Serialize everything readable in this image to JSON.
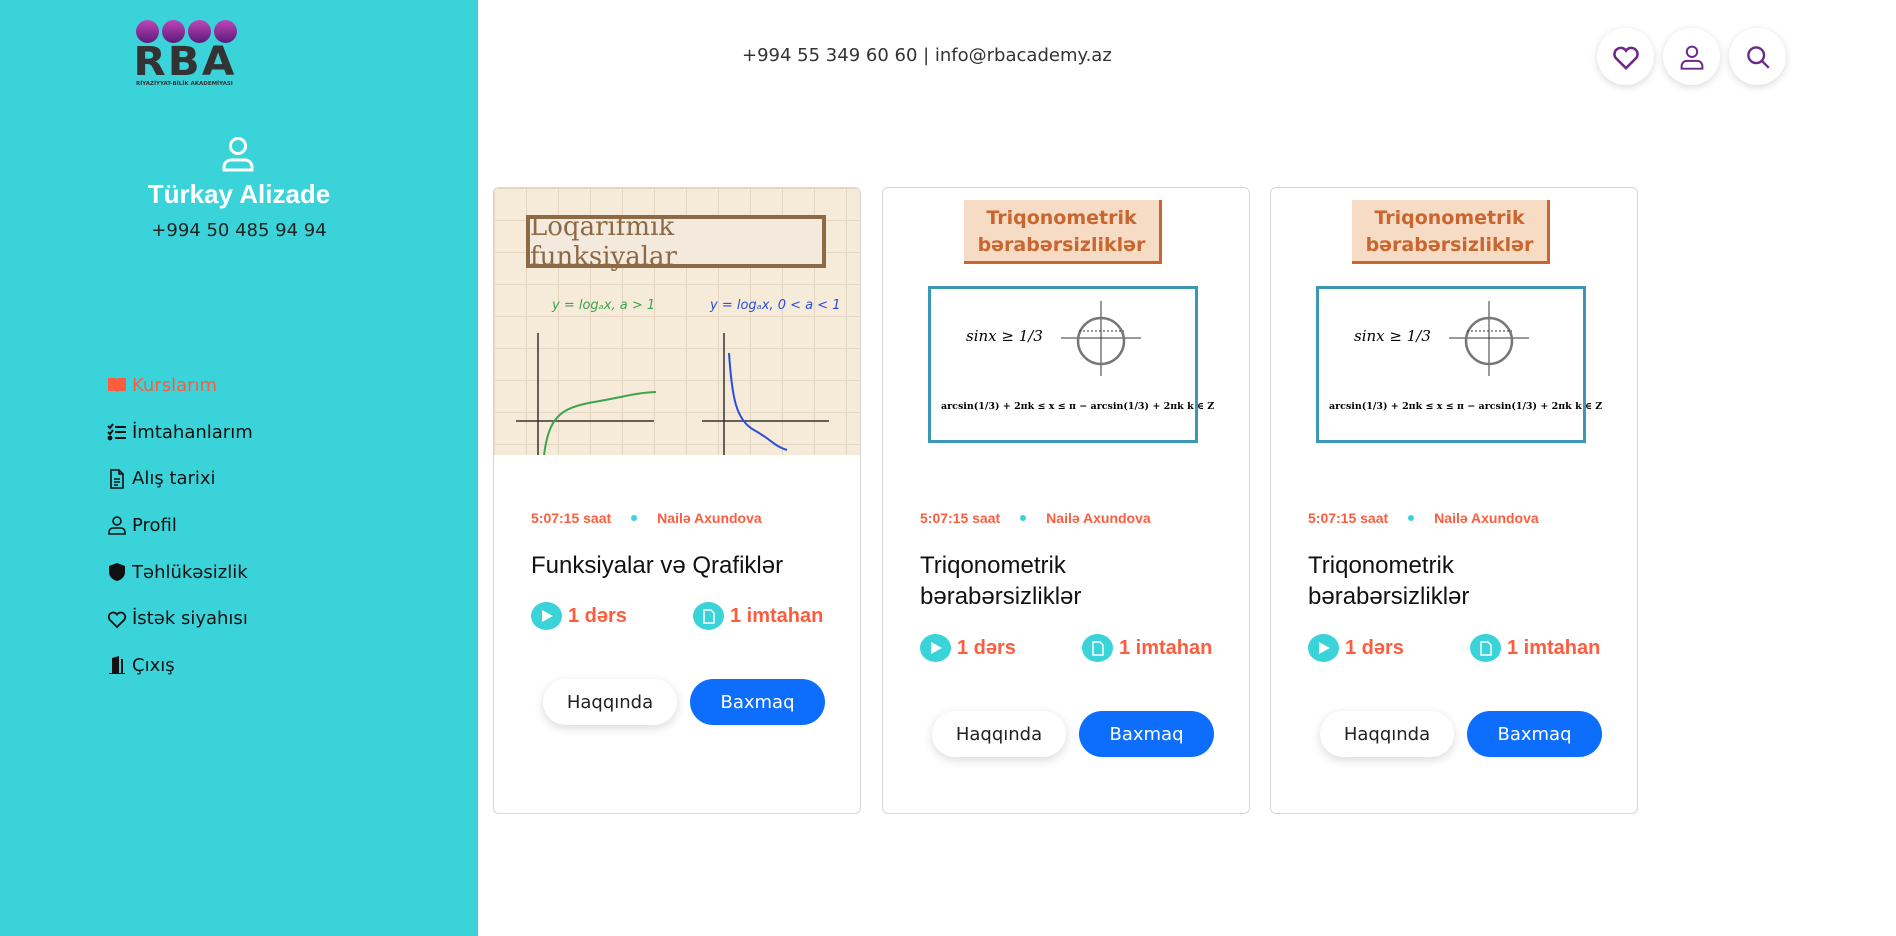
{
  "brand": {
    "logo_text": "RBA",
    "logo_subtitle": "RİYAZİYYAT-BİLİK AKADEMİYASI"
  },
  "user": {
    "name": "Türkay Alizade",
    "phone": "+994 50 485 94 94"
  },
  "menu": [
    {
      "label": "Kurslarım",
      "icon": "book-icon",
      "active": true
    },
    {
      "label": "İmtahanlarım",
      "icon": "checklist-icon"
    },
    {
      "label": "Alış tarixi",
      "icon": "document-icon"
    },
    {
      "label": "Profil",
      "icon": "user-icon"
    },
    {
      "label": "Təhlükəsizlik",
      "icon": "shield-icon"
    },
    {
      "label": "İstək siyahısı",
      "icon": "heart-icon"
    },
    {
      "label": "Çıxış",
      "icon": "door-icon"
    }
  ],
  "header": {
    "contact": "+994 55 349 60 60 | info@rbacademy.az",
    "icons": [
      "heart-icon",
      "user-icon",
      "search-icon"
    ]
  },
  "colors": {
    "sidebar": "#3ad3d9",
    "accent": "#fd5c3e",
    "primary": "#0d6efd",
    "icon": "#6b2a8a"
  },
  "courses": [
    {
      "image_title": "Loqarifmik funksiyalar",
      "image_f1": "y = logₐx, a > 1",
      "image_f2": "y = logₐx, 0 < a < 1",
      "duration": "5:07:15 saat",
      "teacher": "Nailə Axundova",
      "title": "Funksiyalar və Qrafiklər",
      "lessons": "1 dərs",
      "exams": "1 imtahan",
      "about": "Haqqında",
      "view": "Baxmaq"
    },
    {
      "image_title": "Triqonometrik bərabərsizliklər",
      "image_ineq": "sinx ≥ 1/3",
      "image_sol": "arcsin(1/3) + 2πk ≤ x ≤ π − arcsin(1/3) + 2πk  k ∈ Z",
      "duration": "5:07:15 saat",
      "teacher": "Nailə Axundova",
      "title": "Triqonometrik bərabərsizliklər",
      "lessons": "1 dərs",
      "exams": "1 imtahan",
      "about": "Haqqında",
      "view": "Baxmaq"
    },
    {
      "image_title": "Triqonometrik bərabərsizliklər",
      "image_ineq": "sinx ≥ 1/3",
      "image_sol": "arcsin(1/3) + 2πk ≤ x ≤ π − arcsin(1/3) + 2πk  k ∈ Z",
      "duration": "5:07:15 saat",
      "teacher": "Nailə Axundova",
      "title": "Triqonometrik bərabərsizliklər",
      "lessons": "1 dərs",
      "exams": "1 imtahan",
      "about": "Haqqında",
      "view": "Baxmaq"
    }
  ]
}
